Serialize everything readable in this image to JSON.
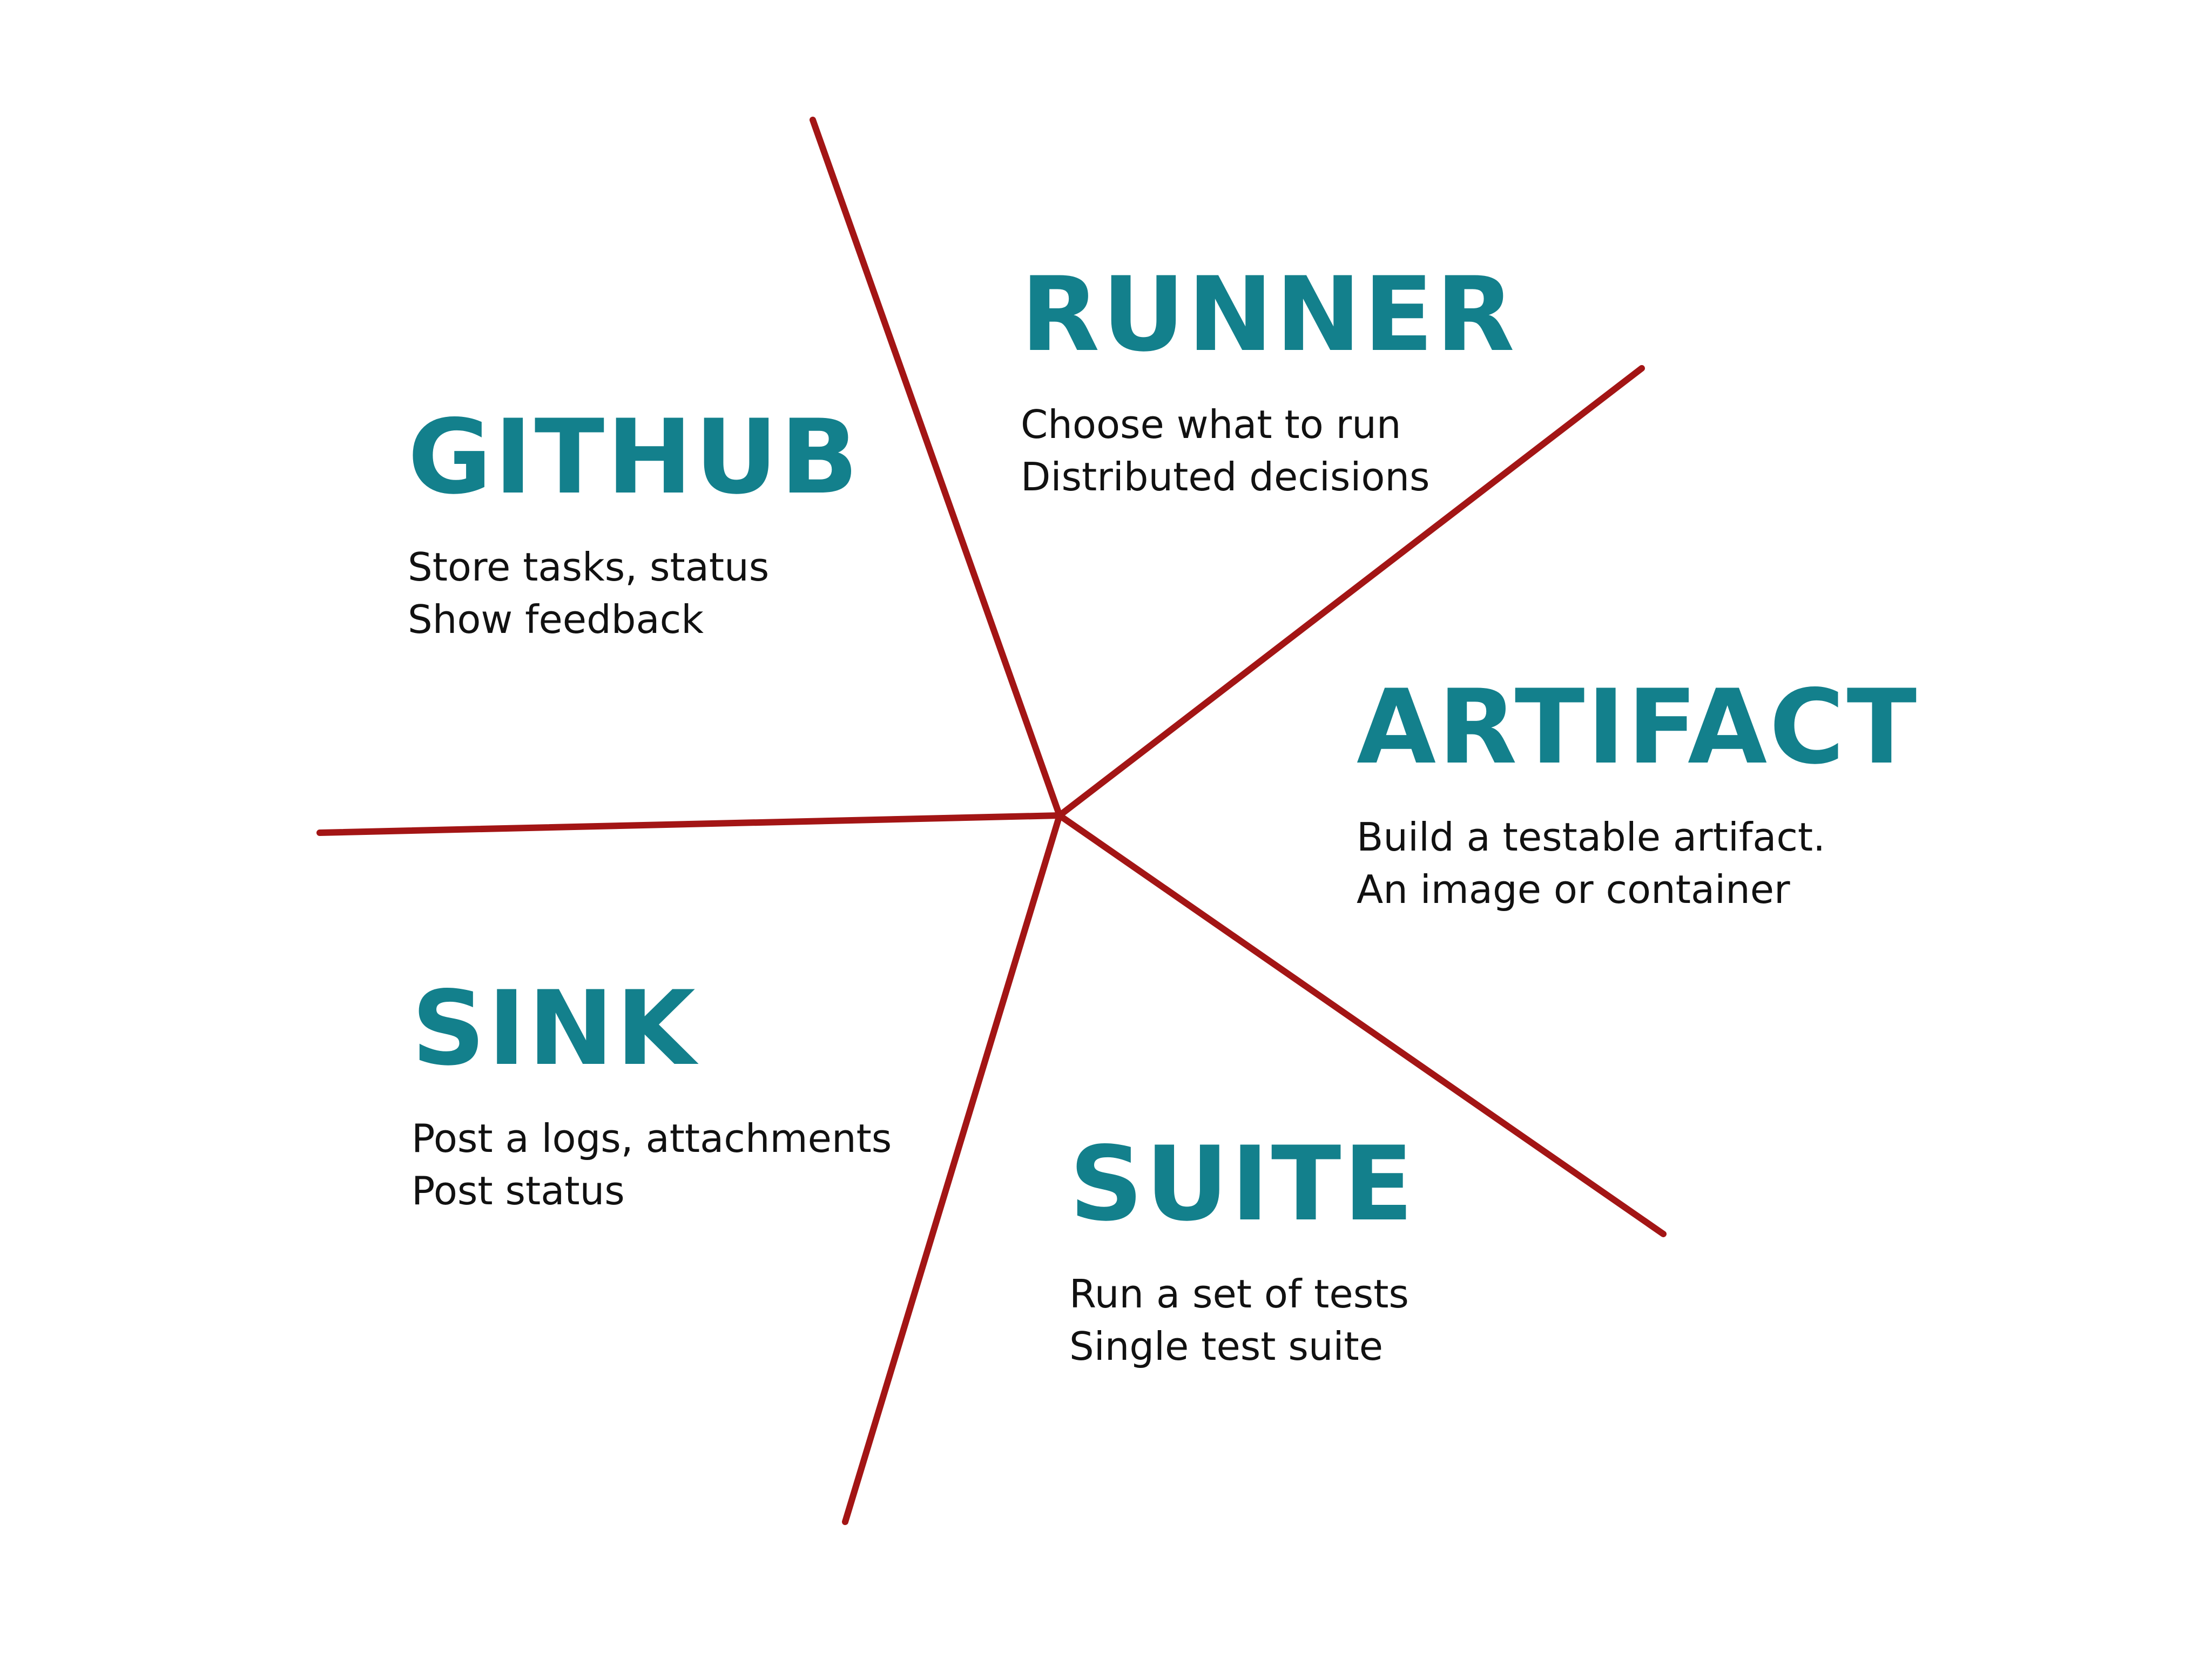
{
  "colors": {
    "spoke": "#a31515",
    "title": "#13808c",
    "text": "#111111",
    "background": "#ffffff"
  },
  "sections": {
    "runner": {
      "title": "RUNNER",
      "lines": [
        "Choose what to run",
        "Distributed decisions"
      ]
    },
    "github": {
      "title": "GITHUB",
      "lines": [
        "Store tasks, status",
        "Show feedback"
      ]
    },
    "artifact": {
      "title": "ARTIFACT",
      "lines": [
        "Build a testable artifact.",
        "An image or container"
      ]
    },
    "sink": {
      "title": "SINK",
      "lines": [
        "Post a logs, attachments",
        "Post status"
      ]
    },
    "suite": {
      "title": "SUITE",
      "lines": [
        "Run a set of tests",
        "Single test suite"
      ]
    }
  }
}
